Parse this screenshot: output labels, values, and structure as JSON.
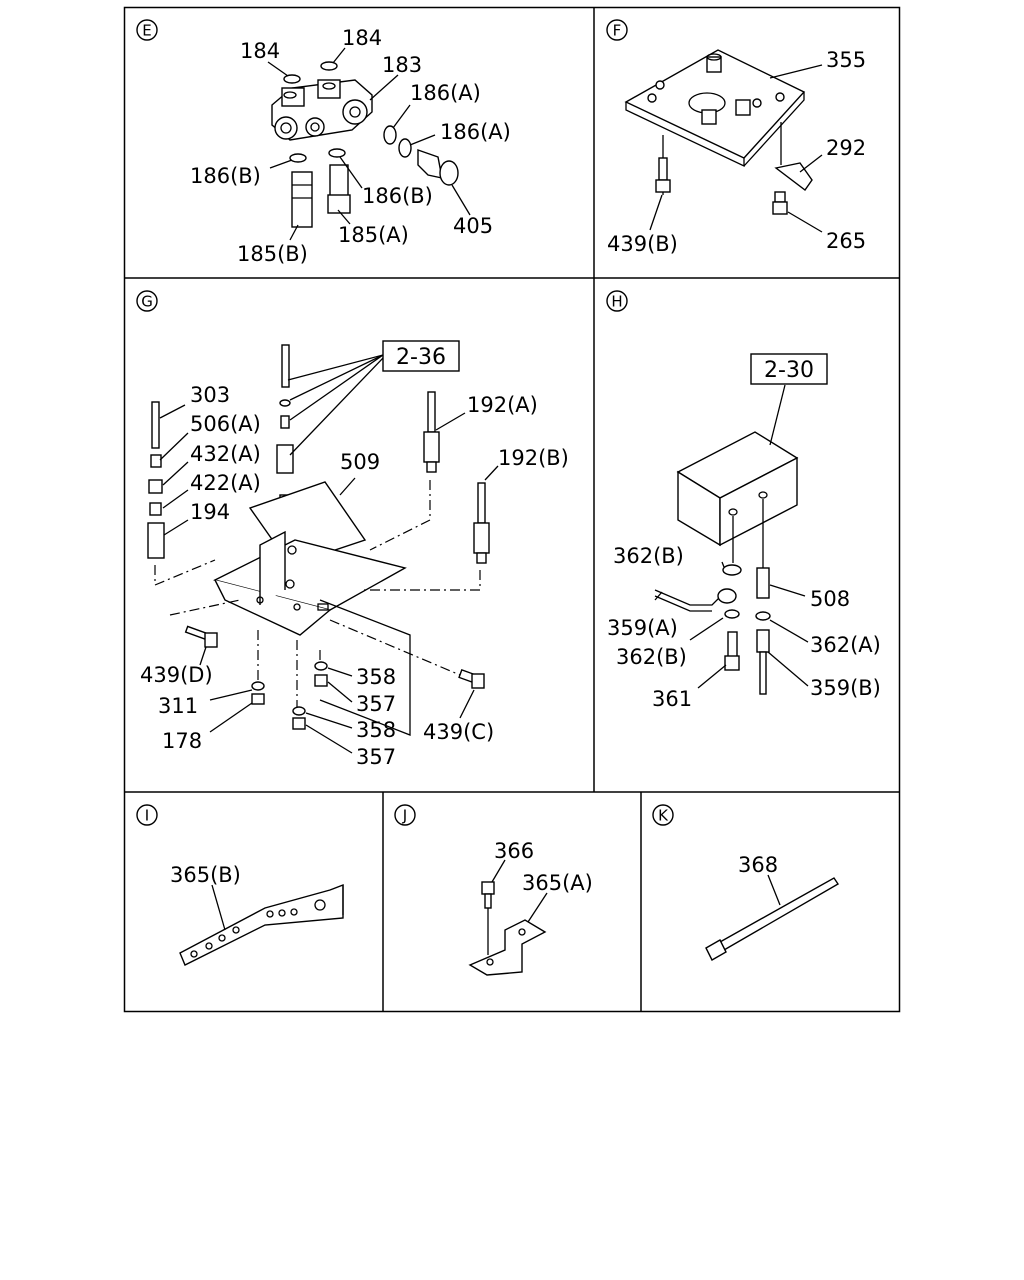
{
  "panels": {
    "E": {
      "letter": "E",
      "labels": [
        "184",
        "184",
        "183",
        "186(A)",
        "186(A)",
        "186(B)",
        "186(B)",
        "185(B)",
        "185(A)",
        "405"
      ]
    },
    "F": {
      "letter": "F",
      "labels": [
        "355",
        "292",
        "439(B)",
        "265"
      ]
    },
    "G": {
      "letter": "G",
      "ref": "2-36",
      "labels": [
        "303",
        "506(A)",
        "432(A)",
        "422(A)",
        "194",
        "509",
        "192(A)",
        "192(B)",
        "439(D)",
        "311",
        "178",
        "358",
        "357",
        "358",
        "357",
        "439(C)"
      ]
    },
    "H": {
      "letter": "H",
      "ref": "2-30",
      "labels": [
        "362(B)",
        "508",
        "359(A)",
        "362(B)",
        "362(A)",
        "361",
        "359(B)"
      ]
    },
    "I": {
      "letter": "I",
      "labels": [
        "365(B)"
      ]
    },
    "J": {
      "letter": "J",
      "labels": [
        "366",
        "365(A)"
      ]
    },
    "K": {
      "letter": "K",
      "labels": [
        "368"
      ]
    }
  }
}
